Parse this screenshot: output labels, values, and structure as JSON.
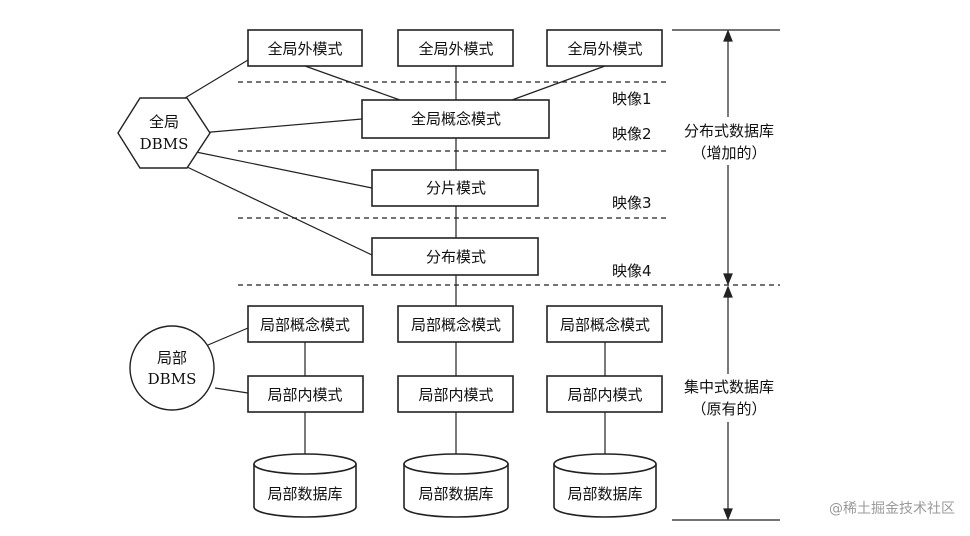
{
  "global_dbms": {
    "line1": "全局",
    "line2": "DBMS"
  },
  "local_dbms": {
    "line1": "局部",
    "line2": "DBMS"
  },
  "external_schemas": [
    "全局外模式",
    "全局外模式",
    "全局外模式"
  ],
  "global_conceptual_schema": "全局概念模式",
  "fragment_schema": "分片模式",
  "distribution_schema": "分布模式",
  "local_conceptual_schemas": [
    "局部概念模式",
    "局部概念模式",
    "局部概念模式"
  ],
  "local_internal_schemas": [
    "局部内模式",
    "局部内模式",
    "局部内模式"
  ],
  "local_databases": [
    "局部数据库",
    "局部数据库",
    "局部数据库"
  ],
  "mappings": [
    "映像1",
    "映像2",
    "映像3",
    "映像4"
  ],
  "distributed_db": {
    "line1": "分布式数据库",
    "line2": "（增加的）"
  },
  "centralized_db": {
    "line1": "集中式数据库",
    "line2": "（原有的）"
  },
  "watermark": "@稀土掘金技术社区"
}
